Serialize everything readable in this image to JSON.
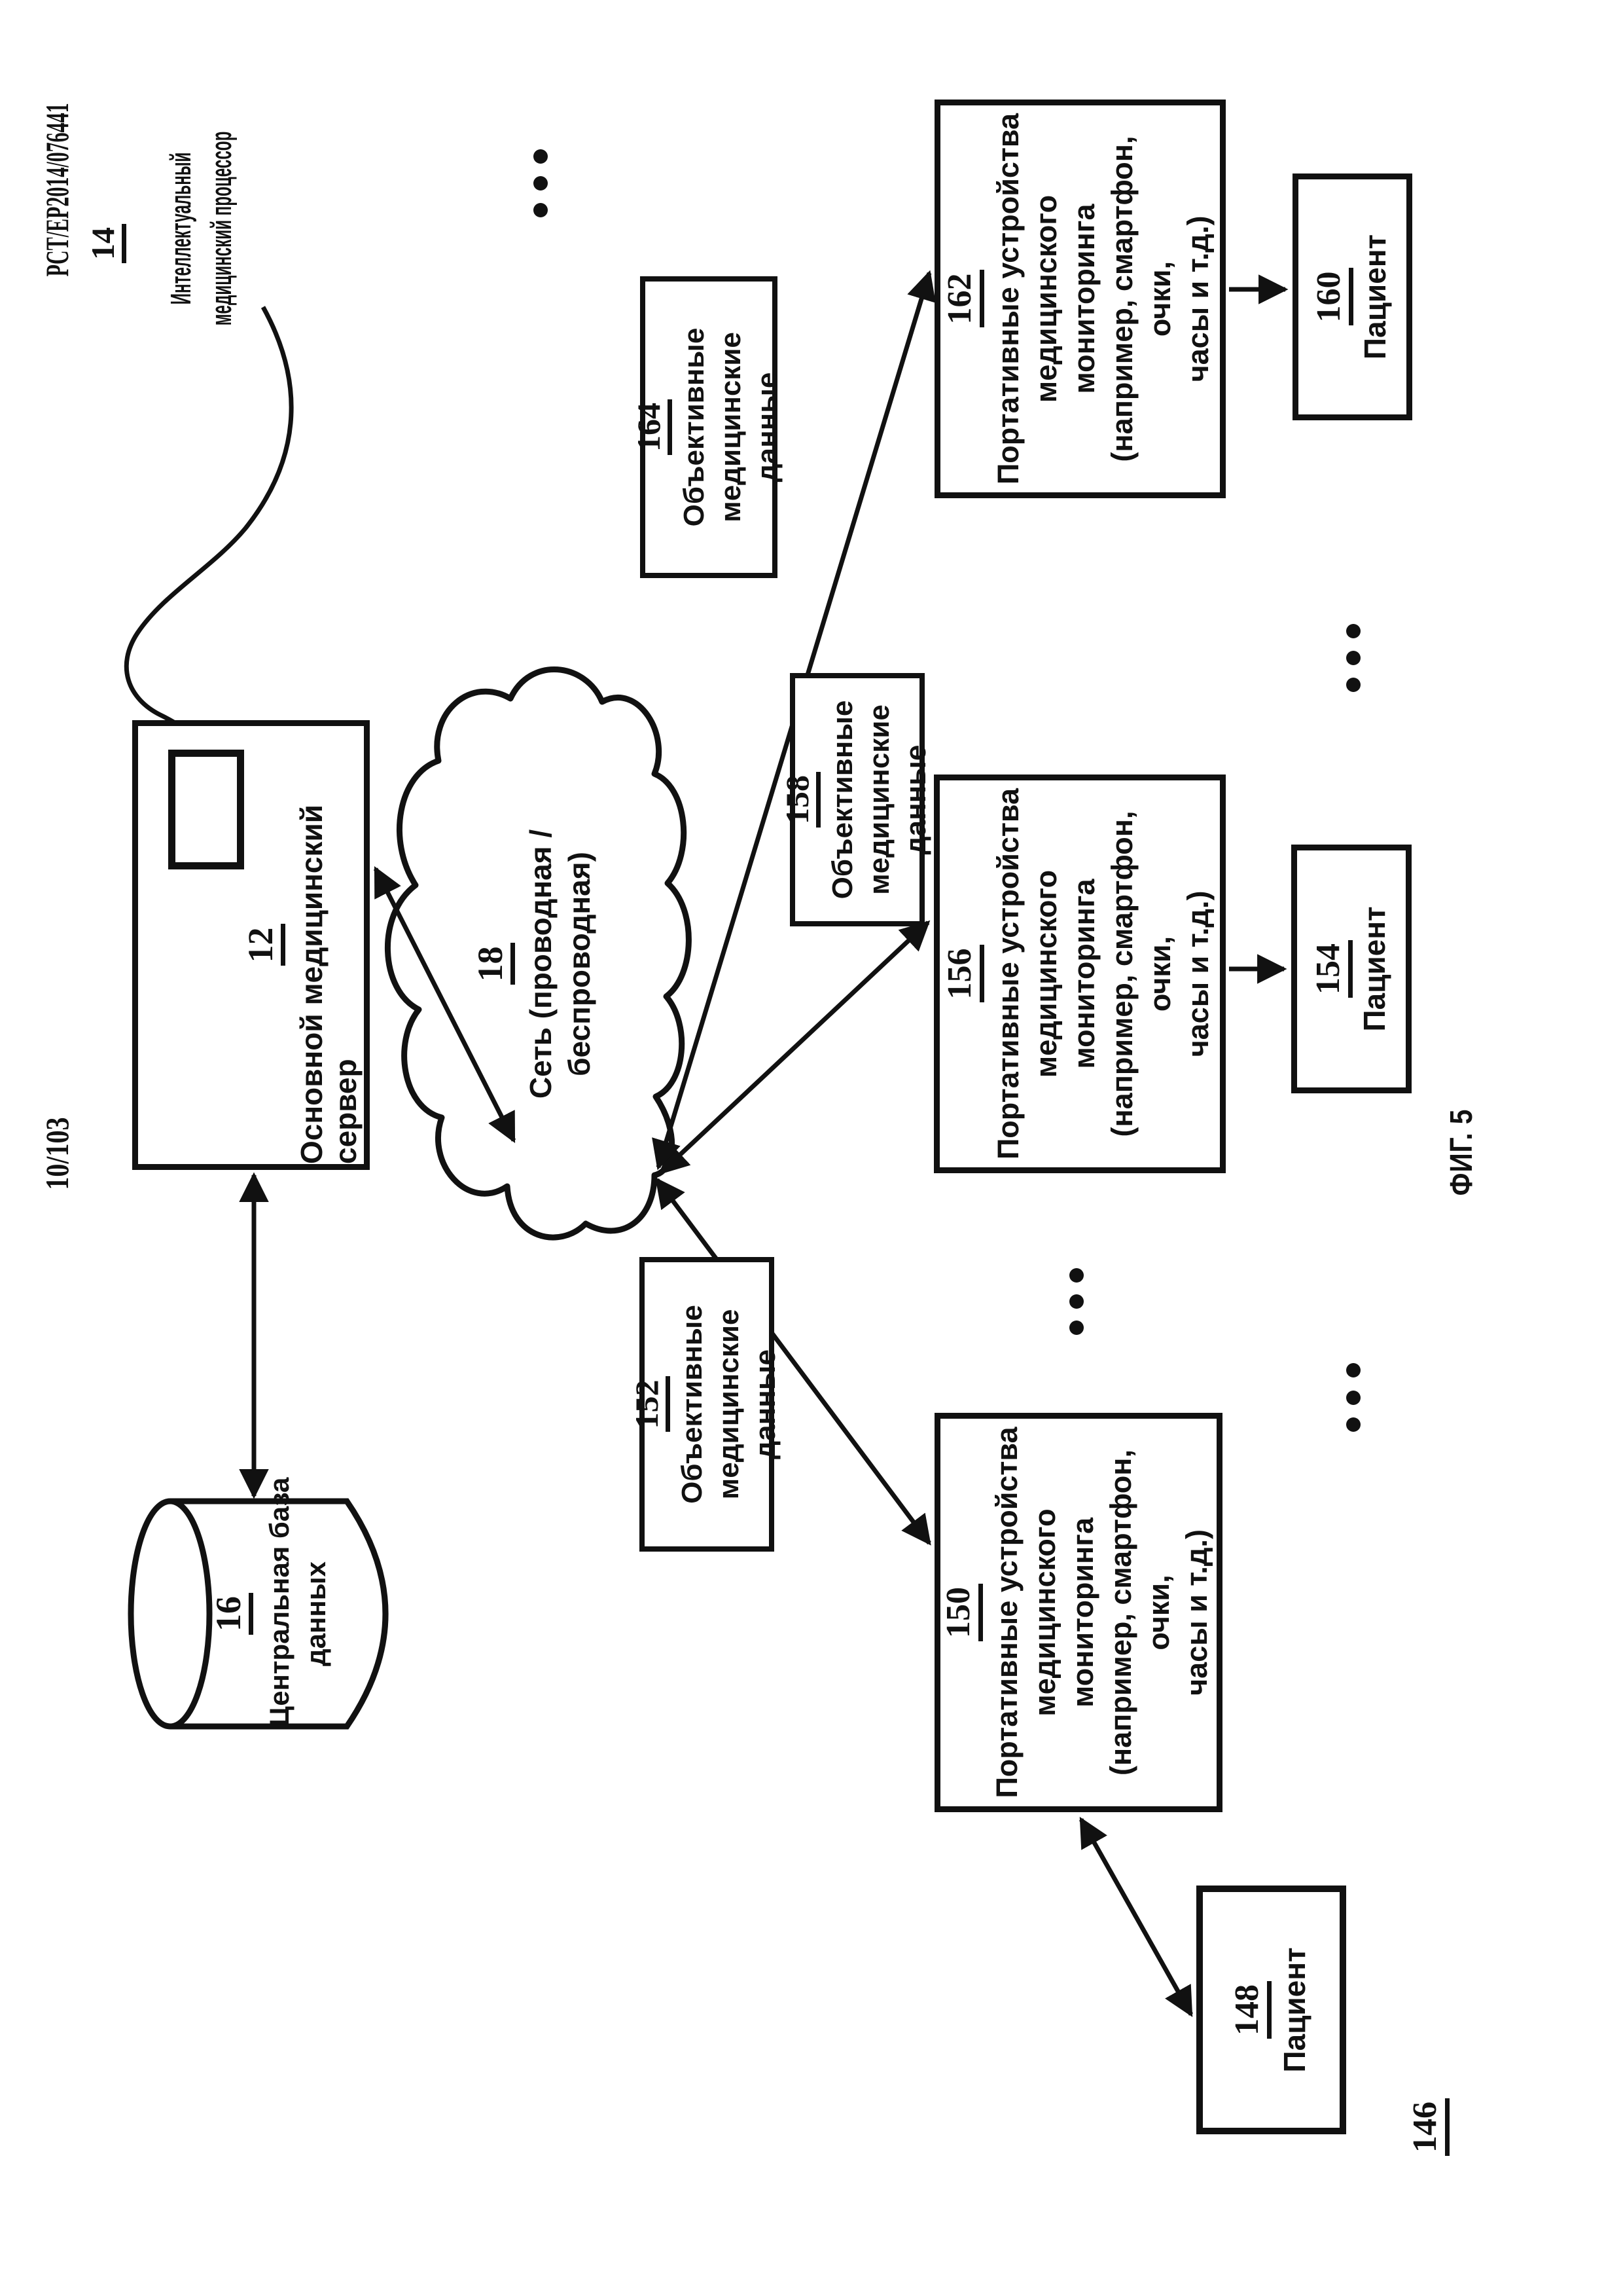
{
  "page": {
    "publication_number": "PCT/EP2014/076441",
    "page_number": "10/103",
    "figure_caption": "ФИГ. 5",
    "bottom_ref": "146"
  },
  "processor": {
    "ref": "14",
    "label_line1": "Интеллектуальный",
    "label_line2": "медицинский процессор"
  },
  "server": {
    "ref": "12",
    "label": "Основной медицинский сервер"
  },
  "database": {
    "ref": "16",
    "label_line1": "Центральная база",
    "label_line2": "данных"
  },
  "network": {
    "ref": "18",
    "label_line1": "Сеть (проводная /",
    "label_line2": "беспроводная)"
  },
  "data_labels": [
    {
      "ref": "152",
      "line1": "Объективные",
      "line2": "медицинские данные"
    },
    {
      "ref": "158",
      "line1": "Объективные",
      "line2": "медицинские данные"
    },
    {
      "ref": "164",
      "line1": "Объективные",
      "line2": "медицинские данные"
    }
  ],
  "devices": [
    {
      "ref": "150",
      "line1": "Портативные устройства",
      "line2": "медицинского мониторинга",
      "line3": "(например, смартфон, очки,",
      "line4": "часы и т.д.)"
    },
    {
      "ref": "156",
      "line1": "Портативные устройства",
      "line2": "медицинского мониторинга",
      "line3": "(например, смартфон, очки,",
      "line4": "часы и т.д.)"
    },
    {
      "ref": "162",
      "line1": "Портативные устройства",
      "line2": "медицинского мониторинга",
      "line3": "(например, смартфон, очки,",
      "line4": "часы и т.д.)"
    }
  ],
  "patients": [
    {
      "ref": "148",
      "label": "Пациент"
    },
    {
      "ref": "154",
      "label": "Пациент"
    },
    {
      "ref": "160",
      "label": "Пациент"
    }
  ],
  "colors": {
    "ink": "#111111",
    "paper": "#ffffff"
  }
}
